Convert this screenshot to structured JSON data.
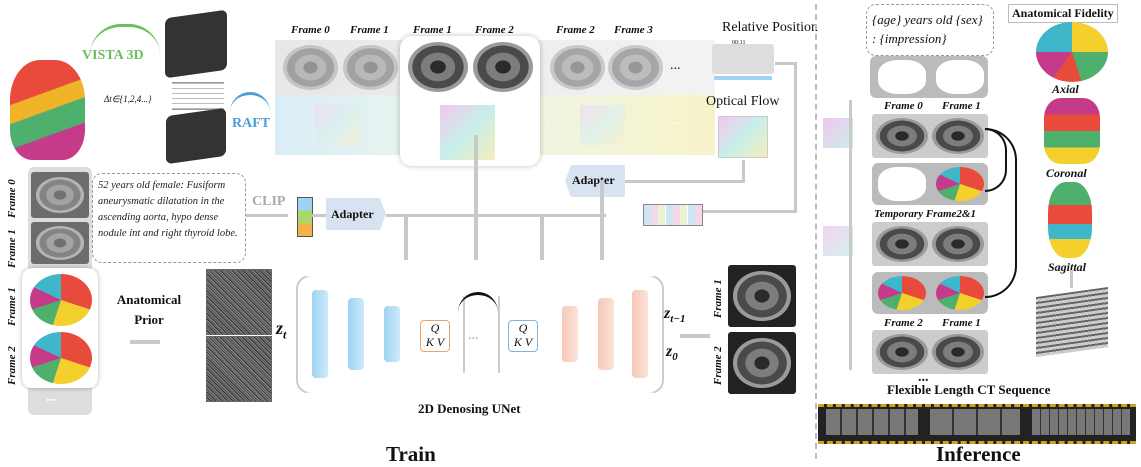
{
  "vista_label": "VISTA 3D",
  "raft_label": "RAFT",
  "delta_t": "Δt∈{1,2,4...}",
  "top_frames": [
    "Frame 0",
    "Frame 1",
    "Frame 1",
    "Frame 2",
    "Frame 2",
    "Frame 3"
  ],
  "ellipsis": "...",
  "relative_position": "Relative Position",
  "optical_flow": "Optical Flow",
  "time_code": "00:11",
  "adapter": "Adapter",
  "clip": "CLIP",
  "prompt_text": "52 years old female: Fusiform aneurysmatic dilatation in the ascending aorta, hypo dense nodule int and right thyroid lobe.",
  "left_frames": [
    "Frame 0",
    "Frame 1",
    "Frame 1",
    "Frame 2"
  ],
  "anatomical_prior": "Anatomical Prior",
  "z_t": "z",
  "z_t_sub": "t",
  "unet_label": "2D Denosing UNet",
  "qkv_q": "Q",
  "qkv_kv": "K V",
  "z_out": "z",
  "z_out_sub": "t−1",
  "z_zero": "z",
  "z_zero_sub": "0",
  "out_frames": [
    "Frame 1",
    "Frame 2"
  ],
  "train": "Train",
  "inference": "Inference",
  "template_text": "{age} years old {sex} : {impression}",
  "anatomical_fidelity": "Anatomical Fidelity",
  "views": [
    "Axial",
    "Coronal",
    "Sagittal"
  ],
  "inf_frames_top": [
    "Frame 0",
    "Frame 1"
  ],
  "temporary": "Temporary Frame2&1",
  "inf_frames_bottom": [
    "Frame 2",
    "Frame 1"
  ],
  "flexible_length": "Flexible Length CT Sequence",
  "colors": {
    "blue": "#9fd3f2",
    "pink": "#f6c8b8",
    "green": "#6cbf5a",
    "raft_blue": "#4a9fd4",
    "adapter_bg": "#d7e3f0"
  }
}
